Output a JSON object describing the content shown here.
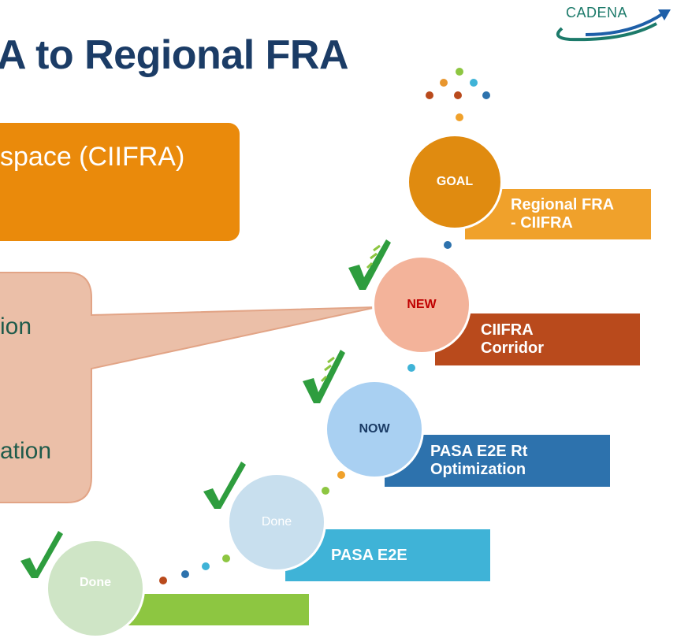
{
  "title": "A to Regional FRA",
  "logo": {
    "text": "CADENA"
  },
  "orange_box": {
    "text": "space (CIIFRA)"
  },
  "callout": {
    "line1": "ion",
    "line2": "ation"
  },
  "steps": {
    "goal": {
      "circle": "GOAL",
      "box_line1": "Regional FRA",
      "box_line2": "- CIIFRA"
    },
    "new": {
      "circle": "NEW",
      "box_line1": "CIIFRA",
      "box_line2": "Corridor"
    },
    "now": {
      "circle": "NOW",
      "box_line1": "PASA E2E Rt",
      "box_line2": "Optimization"
    },
    "done2": {
      "circle": "Done",
      "box_line1": "PASA E2E"
    },
    "done1": {
      "circle": "Done"
    }
  },
  "colors": {
    "title": "#1b3c66",
    "orange": "#ea8a0b",
    "goal_circle": "#e08b10",
    "goal_box": "#f0a12b",
    "new_circle": "#f3b39a",
    "new_label": "#c00000",
    "new_box": "#b94a1c",
    "now_circle": "#a9d0f2",
    "now_box": "#2d72ad",
    "done2_circle": "#c8dfee",
    "done2_box": "#3fb3d7",
    "done1_circle": "#cfe5c6",
    "done1_box": "#8dc641",
    "callout": "#ebbfa8",
    "check": "#2e9d3e"
  }
}
